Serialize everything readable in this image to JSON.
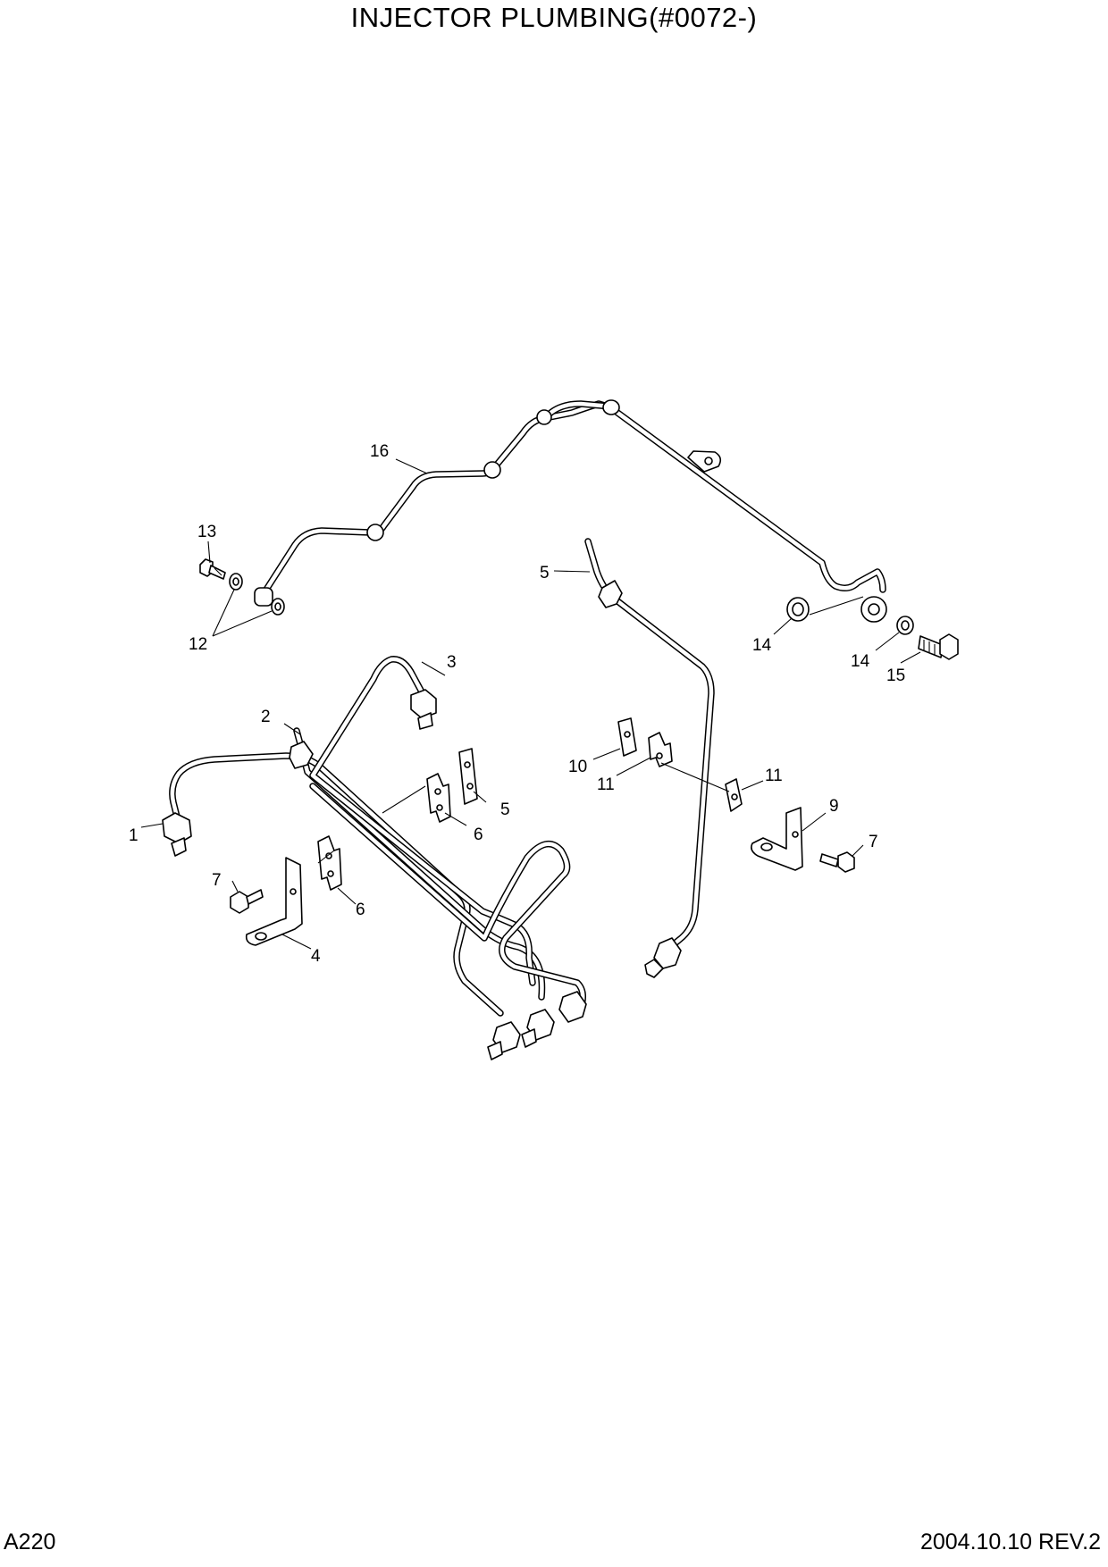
{
  "header": {
    "title": "INJECTOR PLUMBING(#0072-)"
  },
  "footer": {
    "page_code": "A220",
    "revision": "2004.10.10  REV.2"
  },
  "callouts": {
    "c1": "1",
    "c2": "2",
    "c3": "3",
    "c4": "4",
    "c5a": "5",
    "c5b": "5",
    "c6a": "6",
    "c6b": "6",
    "c7a": "7",
    "c7b": "7",
    "c9": "9",
    "c10": "10",
    "c11a": "11",
    "c11b": "11",
    "c12": "12",
    "c13": "13",
    "c14a": "14",
    "c14b": "14",
    "c15": "15",
    "c16": "16"
  }
}
